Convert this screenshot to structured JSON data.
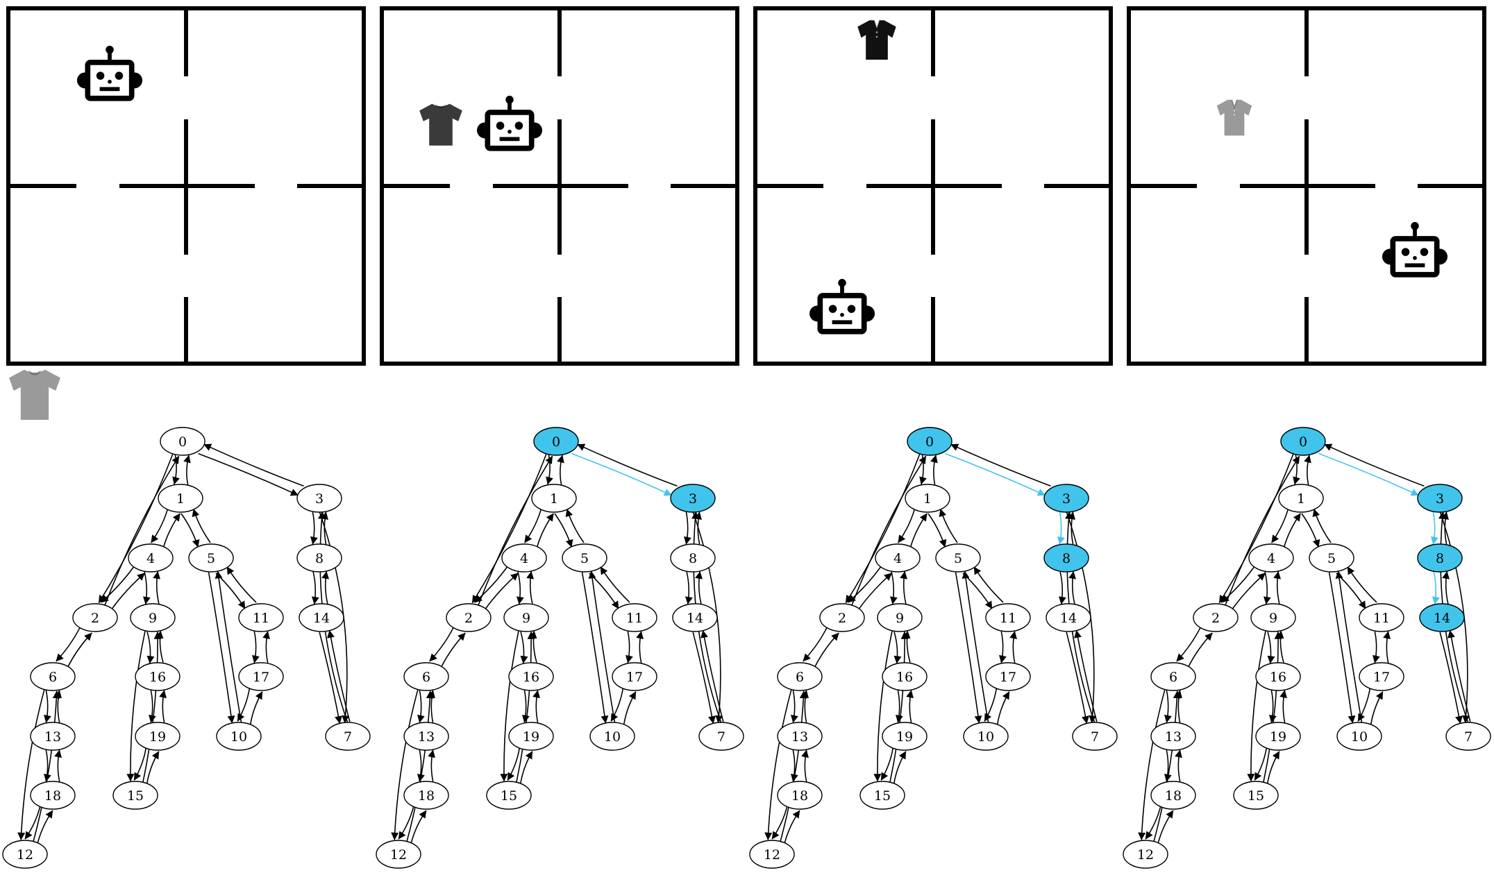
{
  "colors": {
    "highlight": "#41C4EC",
    "stroke": "#000000",
    "background": "#ffffff",
    "shirt_gray": "#9a9a9a",
    "shirt_dark": "#3a3a3a",
    "shirt_black": "#111111"
  },
  "icons": {
    "robot": "robot-icon",
    "gray_tshirt": "gray-tshirt-icon",
    "dark_tshirt": "dark-tshirt-icon",
    "black_polo": "black-polo-icon",
    "gray_polo": "gray-polo-icon"
  },
  "graph": {
    "nodes": [
      "0",
      "1",
      "2",
      "3",
      "4",
      "5",
      "6",
      "7",
      "8",
      "9",
      "10",
      "11",
      "12",
      "13",
      "14",
      "15",
      "16",
      "17",
      "18",
      "19"
    ]
  },
  "panels": [
    {
      "highlight_nodes": [],
      "highlight_edges": []
    },
    {
      "highlight_nodes": [
        "0",
        "3"
      ],
      "highlight_edges": [
        [
          "0",
          "3"
        ]
      ]
    },
    {
      "highlight_nodes": [
        "0",
        "3",
        "8"
      ],
      "highlight_edges": [
        [
          "0",
          "3"
        ],
        [
          "3",
          "8"
        ]
      ]
    },
    {
      "highlight_nodes": [
        "0",
        "3",
        "8",
        "14"
      ],
      "highlight_edges": [
        [
          "0",
          "3"
        ],
        [
          "3",
          "8"
        ],
        [
          "8",
          "14"
        ]
      ]
    }
  ]
}
